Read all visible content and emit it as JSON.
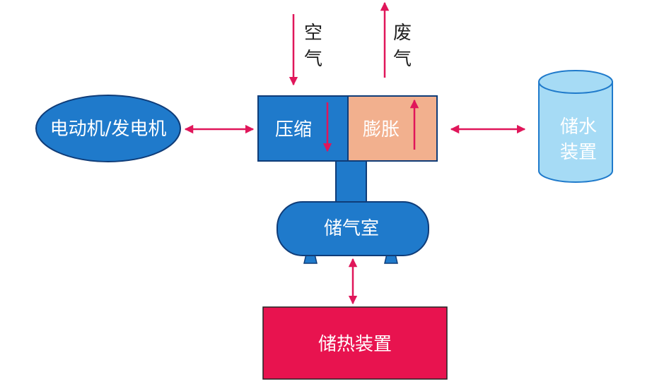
{
  "labels": {
    "motor_generator": "电动机/发电机",
    "compress": "压缩",
    "expand": "膨胀",
    "air_storage": "储气室",
    "heat_storage": "储热装置",
    "water_storage_line1": "储水",
    "water_storage_line2": "装置",
    "air_in_char1": "空",
    "air_in_char2": "气",
    "exhaust_char1": "废",
    "exhaust_char2": "气"
  },
  "colors": {
    "blue_fill": "#1f7acb",
    "blue_stroke": "#0f3c78",
    "expand_fill": "#f2b08e",
    "heat_fill": "#e8134f",
    "water_fill": "#a6dbf5",
    "arrow": "#e0165a",
    "text_light": "#ffffff",
    "text_dark": "#222222"
  }
}
